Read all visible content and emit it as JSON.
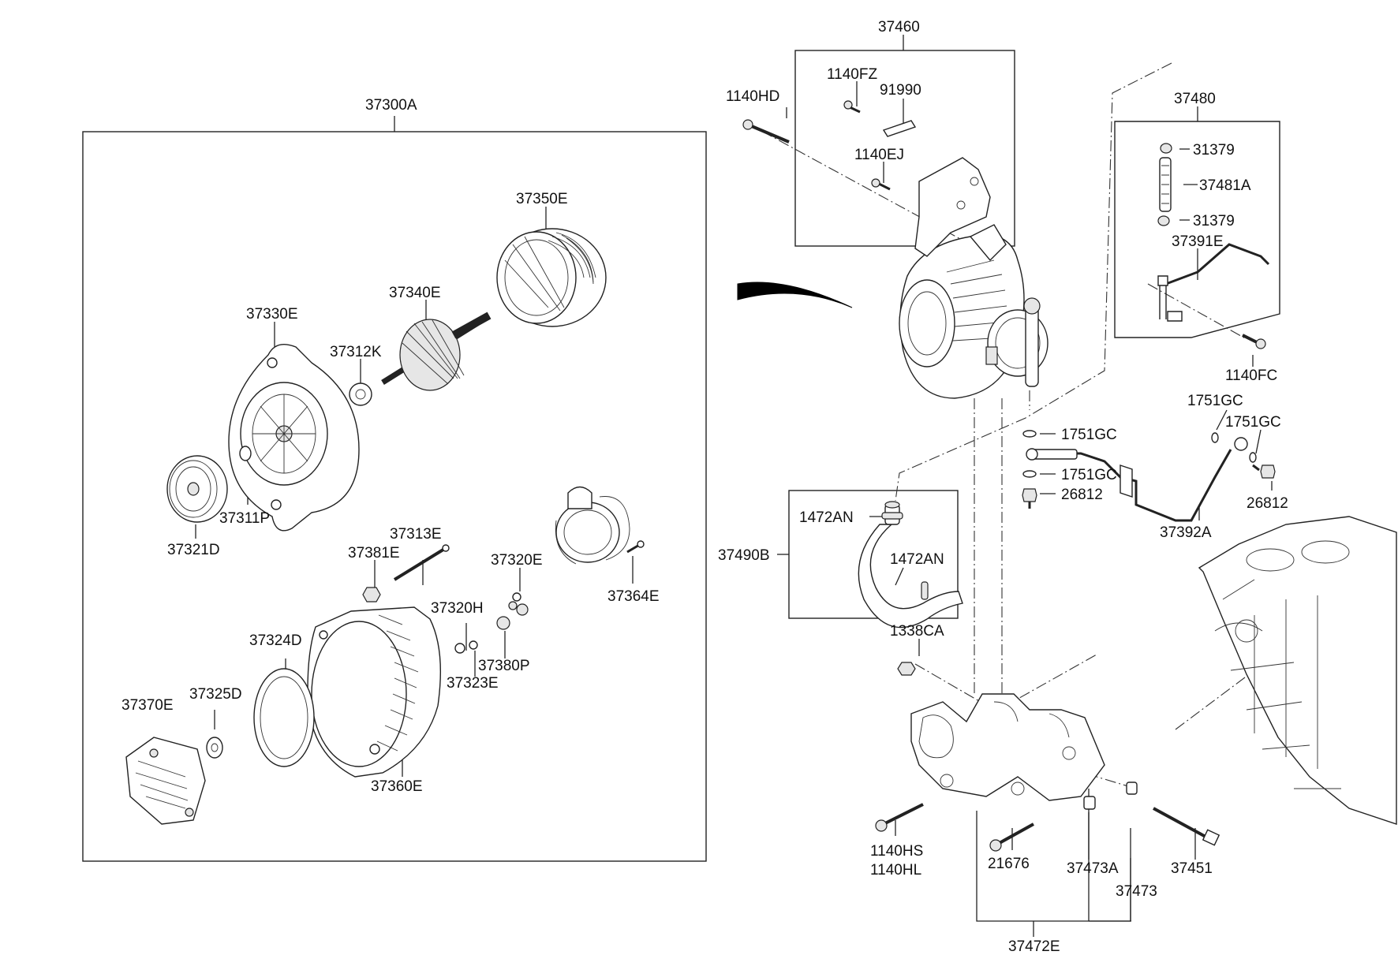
{
  "labels": {
    "p37460": "37460",
    "p37300A": "37300A",
    "p1140HD": "1140HD",
    "p1140FZ": "1140FZ",
    "p91990": "91990",
    "p1140EJ": "1140EJ",
    "p37480": "37480",
    "p31379a": "31379",
    "p37481A": "37481A",
    "p31379b": "31379",
    "p37391E": "37391E",
    "p1140FC": "1140FC",
    "p37350E": "37350E",
    "p37340E": "37340E",
    "p37330E": "37330E",
    "p37312K": "37312K",
    "p37311P": "37311P",
    "p37321D": "37321D",
    "p37313E": "37313E",
    "p37381E": "37381E",
    "p37320E": "37320E",
    "p37364E": "37364E",
    "p37320H": "37320H",
    "p37324D": "37324D",
    "p37380P": "37380P",
    "p37323E": "37323E",
    "p37370E": "37370E",
    "p37325D": "37325D",
    "p37360E": "37360E",
    "p1751GCa": "1751GC",
    "p1751GCb": "1751GC",
    "p1751GCc": "1751GC",
    "p1751GCd": "1751GC",
    "p26812a": "26812",
    "p26812b": "26812",
    "p37392A": "37392A",
    "p1472ANa": "1472AN",
    "p1472ANb": "1472AN",
    "p37490B": "37490B",
    "p1338CA": "1338CA",
    "p1140HS": "1140HS",
    "p1140HL": "1140HL",
    "p21676": "21676",
    "p37473A": "37473A",
    "p37473": "37473",
    "p37451": "37451",
    "p37472E": "37472E"
  }
}
